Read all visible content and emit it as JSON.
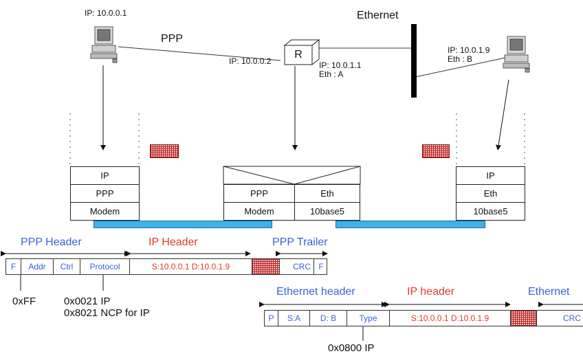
{
  "nodes": {
    "left_host": {
      "ip": "IP: 10.0.0.1"
    },
    "router": {
      "label": "R",
      "ip_ppp": "IP: 10.0.0.2",
      "ip_eth": "IP: 10.0.1.1",
      "eth": "Eth : A"
    },
    "right_host": {
      "ip": "IP: 10.0.1.9",
      "eth": "Eth : B"
    }
  },
  "links": {
    "ppp": "PPP",
    "ethernet": "Ethernet"
  },
  "stacks": {
    "left": [
      "IP",
      "PPP",
      "Modem"
    ],
    "router_ppp": [
      "PPP",
      "Modem"
    ],
    "router_eth": [
      "Eth",
      "10base5"
    ],
    "right": [
      "IP",
      "Eth",
      "10base5"
    ]
  },
  "ppp_frame": {
    "header_label": "PPP Header",
    "ip_label": "IP Header",
    "trailer_label": "PPP Trailer",
    "fields": [
      "F",
      "Addr",
      "Ctrl",
      "Protocol",
      "S:10.0.0.1 D:10.0.1.9",
      "CRC",
      "F"
    ],
    "notes": {
      "addr": "0xFF",
      "protocol_1": "0x0021 IP",
      "protocol_2": "0x8021 NCP for IP"
    }
  },
  "eth_frame": {
    "header_label": "Ethernet header",
    "ip_label": "IP header",
    "trailer_label": "Ethernet",
    "fields": [
      "P",
      "S:A",
      "D: B",
      "Type",
      "S:10.0.0.1 D:10.0.1.9",
      "CRC"
    ],
    "notes": {
      "type": "0x0800 IP"
    }
  },
  "colors": {
    "blue": "#3a62d8",
    "red": "#e23a2a",
    "link_bar": "#3fb1e8"
  }
}
